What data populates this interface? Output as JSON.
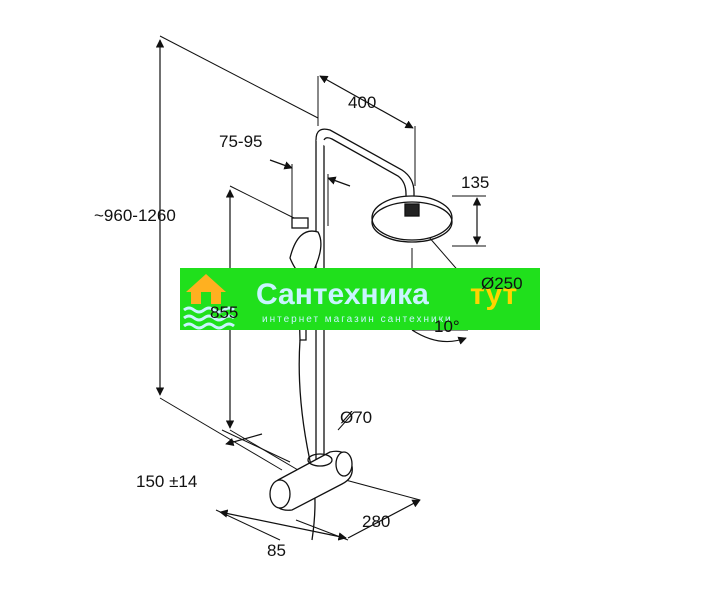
{
  "dimensions": {
    "height_range": "~960-1260",
    "arm_length": "400",
    "holder_range": "75-95",
    "head_drop": "135",
    "head_diameter": "Ø250",
    "tilt_angle": "10°",
    "holder_height": "855",
    "pipe_diameter": "Ø70",
    "center_distance": "150 ±14",
    "mixer_width": "280",
    "wall_offset": "85"
  },
  "watermark": {
    "brand_part1": "Сантехника",
    "brand_part2": "тут",
    "tagline": "интернет магазин сантехники",
    "colors": {
      "band": "#20e01c",
      "text_light": "#c8f4ff",
      "text_accent": "#ffd400",
      "icon": "#ffb020"
    }
  },
  "icons": [
    "house-logo-icon",
    "water-waves-icon"
  ]
}
